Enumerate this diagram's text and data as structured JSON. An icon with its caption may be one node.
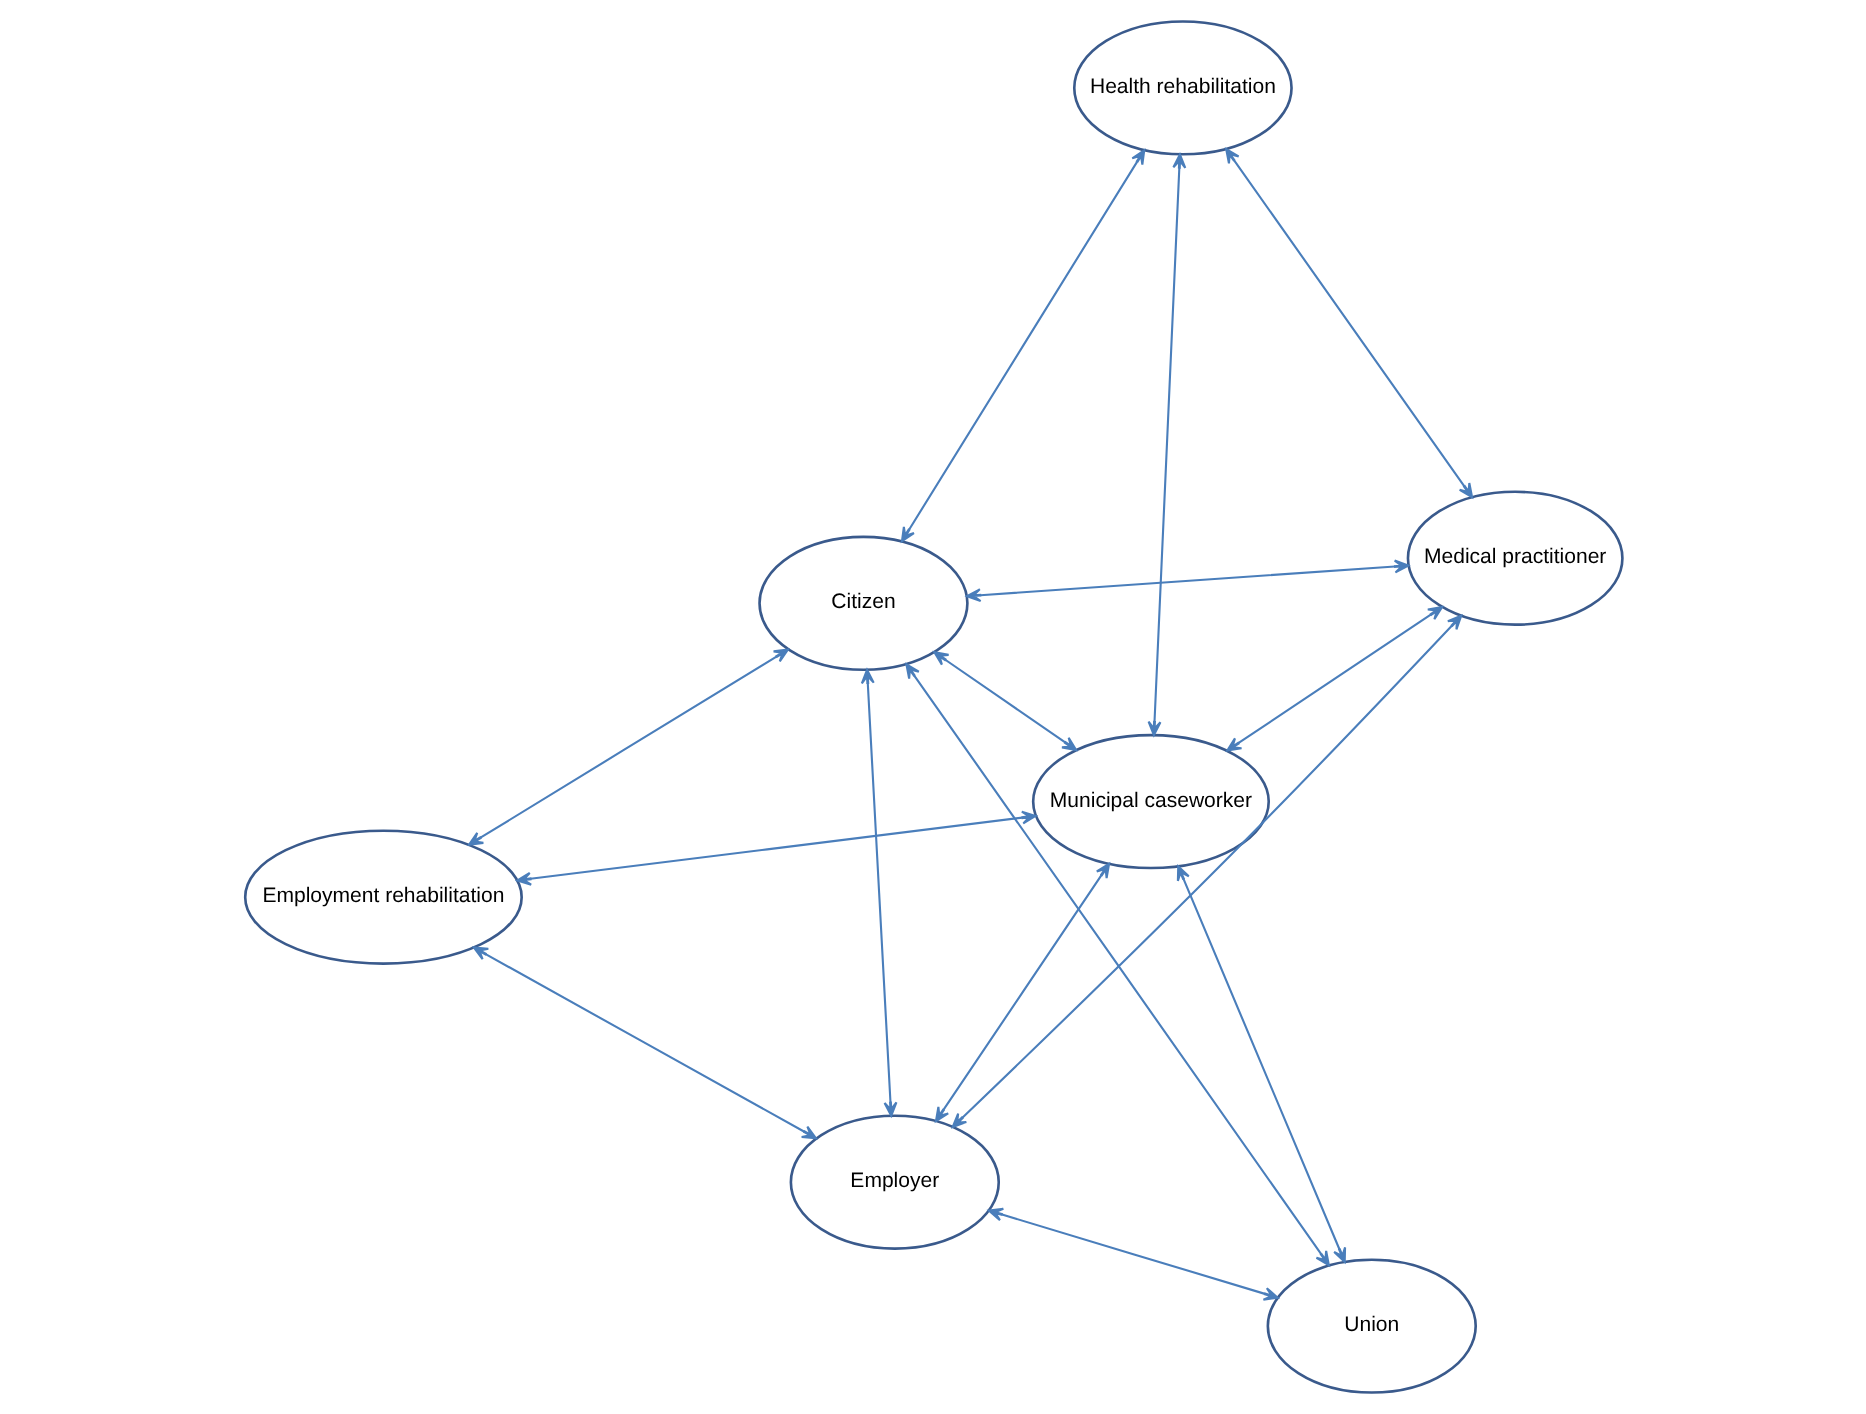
{
  "diagram": {
    "nodes": [
      {
        "text": [
          "Employer"
        ]
      },
      {
        "text": [
          "Municipal caseworker"
        ]
      },
      {
        "text": [
          "Union"
        ]
      },
      {
        "text": [
          "Citizen"
        ]
      },
      {
        "text": [
          "Medical practitioner"
        ]
      },
      {
        "text": [
          "Health rehabilitation"
        ]
      },
      {
        "text": [
          "Employment rehabilitation"
        ]
      }
    ],
    "edges": [
      {
        "from": 0,
        "to": 1,
        "arrow": "both"
      },
      {
        "from": 0,
        "to": 2,
        "arrow": "both"
      },
      {
        "from": 0,
        "to": 3,
        "arrow": "both"
      },
      {
        "from": 0,
        "to": 4,
        "arrow": "both"
      },
      {
        "from": 0,
        "to": 6,
        "arrow": "both"
      },
      {
        "from": 1,
        "to": 2,
        "arrow": "both"
      },
      {
        "from": 1,
        "to": 3,
        "arrow": "both"
      },
      {
        "from": 1,
        "to": 4,
        "arrow": "both"
      },
      {
        "from": 1,
        "to": 6,
        "arrow": "both"
      },
      {
        "from": 1,
        "to": 5,
        "arrow": "both"
      },
      {
        "from": 2,
        "to": 3,
        "arrow": "both"
      },
      {
        "from": 3,
        "to": 4,
        "arrow": "both"
      },
      {
        "from": 3,
        "to": 5,
        "arrow": "both"
      },
      {
        "from": 3,
        "to": 6,
        "arrow": "both"
      },
      {
        "from": 4,
        "to": 5,
        "arrow": "both"
      }
    ]
  }
}
